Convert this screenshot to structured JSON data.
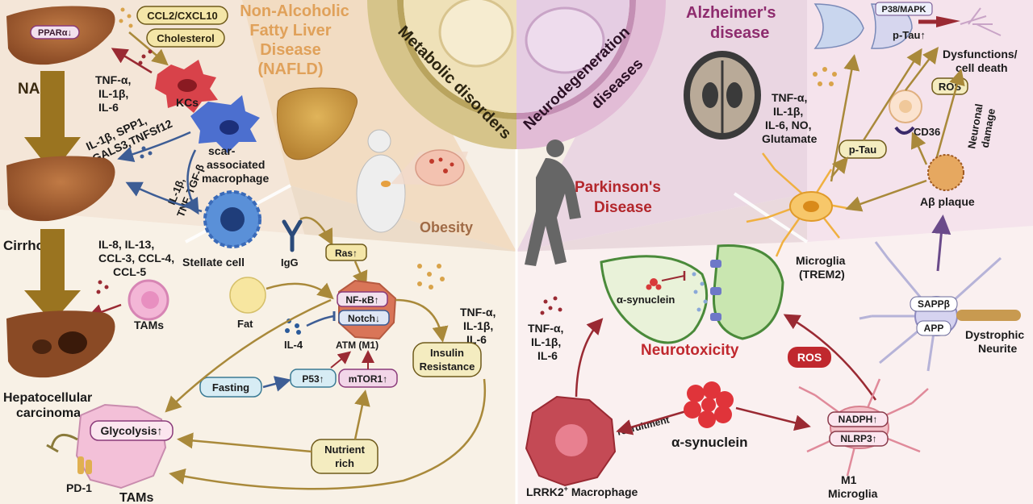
{
  "sectors": {
    "metabolic": "Metabolic disorders",
    "neuro_line1": "Neurodegeneration",
    "neuro_line2": "diseases"
  },
  "diseases": {
    "nafld": [
      "Non-Alcoholic",
      "Fatty Liver",
      "Disease",
      "(NAFLD)"
    ],
    "obesity": "Obesity",
    "alzheimers": [
      "Alzheimer's",
      "disease"
    ],
    "parkinsons": [
      "Parkinson's",
      "Disease"
    ]
  },
  "liver_panel": {
    "ppara": "PPARα↓",
    "ccl2": "CCL2/CXCL10",
    "cholesterol": "Cholesterol",
    "nash": "NASH",
    "cytokines_kc": [
      "TNF-α,",
      "IL-1β,",
      "IL-6"
    ],
    "kcs": "KCs",
    "scar_signals": [
      "IL-1β, SPP1,",
      "LGALS3,TNFSf12"
    ],
    "scar_macrophage": [
      "scar-",
      "associated",
      "macrophage"
    ],
    "stellate_signals": [
      "IL-1β,",
      "TNF, TGF-β"
    ],
    "cirrhosis": "Cirrhosis",
    "stellate_cell": "Stellate cell",
    "tam_signals": [
      "IL-8, IL-13,",
      "CCL-3, CCL-4,",
      "CCL-5"
    ],
    "tams": "TAMs",
    "hcc": [
      "Hepatocellular",
      "carcinoma"
    ]
  },
  "obesity_panel": {
    "igg": "IgG",
    "ras": "Ras↑",
    "fat": "Fat",
    "nfkb": "NF-κB↑",
    "notch": "Notch↓",
    "il4": "IL-4",
    "atm": "ATM (M1)",
    "cytokines": [
      "TNF-α,",
      "IL-1β,",
      "IL-6"
    ],
    "insulin": [
      "Insulin",
      "Resistance"
    ],
    "fasting": "Fasting",
    "p53": "P53↑",
    "mtor": "mTOR1↑",
    "glycolysis": "Glycolysis↑",
    "nutrient": [
      "Nutrient",
      "rich"
    ],
    "pd1": "PD-1",
    "tams": "TAMs"
  },
  "alz_panel": {
    "p38": "P38/MAPK",
    "ptau_up": "p-Tau↑",
    "dysfunction": [
      "Dysfunctions/",
      "cell death"
    ],
    "ros": "ROS",
    "cytokines": [
      "TNF-α,",
      "IL-1β,",
      "IL-6, NO,",
      "Glutamate"
    ],
    "neuronal": [
      "Neuronal",
      "damage"
    ],
    "ptau": "p-Tau",
    "cd36": "CD36",
    "abeta": "Aβ plaque",
    "microglia": [
      "Microglia",
      "(TREM2)"
    ],
    "sappb": "SAPPβ",
    "app": "APP",
    "dystrophic": [
      "Dystrophic",
      "Neurite"
    ]
  },
  "pd_panel": {
    "asyn_synapse": "α-synuclein",
    "cytokines": [
      "TNF-α,",
      "IL-1β,",
      "IL-6"
    ],
    "neurotoxicity": "Neurotoxicity",
    "ros": "ROS",
    "recruitment": "recruitment",
    "asyn": "α-synuclein",
    "nadph": "NADPH↑",
    "nlrp3": "NLRP3↑",
    "lrrk2": "LRRK2",
    "lrrk2_sup": "+",
    "lrrk2_rest": " Macrophage",
    "m1": [
      "M1",
      "Microglia"
    ]
  },
  "colors": {
    "metabolic_ring": "#d6c48a",
    "neuro_ring": "#e2bcd6",
    "arrow_gold": "#a9893a",
    "arrow_blue": "#3d5d95",
    "arrow_red": "#9a2a33",
    "title_orange": "#e0a15a",
    "title_brown": "#a06b46",
    "title_purple": "#8e2c6e",
    "title_red": "#b3262b"
  }
}
